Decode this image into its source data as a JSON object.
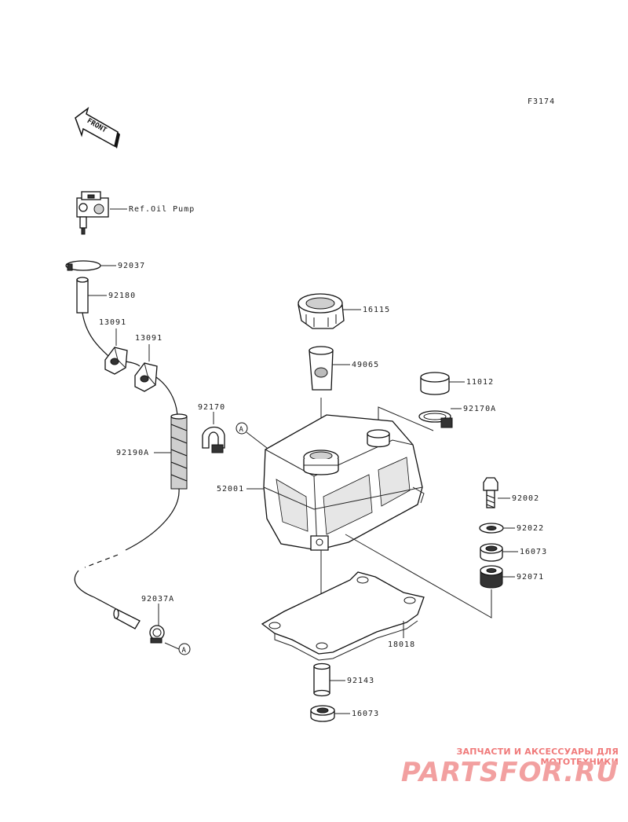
{
  "figure_code": "F3174",
  "front_marker": "FRONT",
  "ref_label": "Ref.Oil Pump",
  "callout_letter": "A",
  "parts": {
    "p92037": "92037",
    "p92180": "92180",
    "p13091a": "13091",
    "p13091b": "13091",
    "p92170": "92170",
    "p92190A": "92190A",
    "p92037A": "92037A",
    "p16115": "16115",
    "p49065": "49065",
    "p11012": "11012",
    "p92170A": "92170A",
    "p52001": "52001",
    "p92002": "92002",
    "p92022": "92022",
    "p16073a": "16073",
    "p92071": "92071",
    "p18018": "18018",
    "p92143": "92143",
    "p16073b": "16073"
  },
  "watermark": {
    "tagline": "ЗАПЧАСТИ И АКСЕССУАРЫ ДЛЯ МОТОТЕХНИКИ",
    "brand": "PARTSFOR.RU"
  }
}
